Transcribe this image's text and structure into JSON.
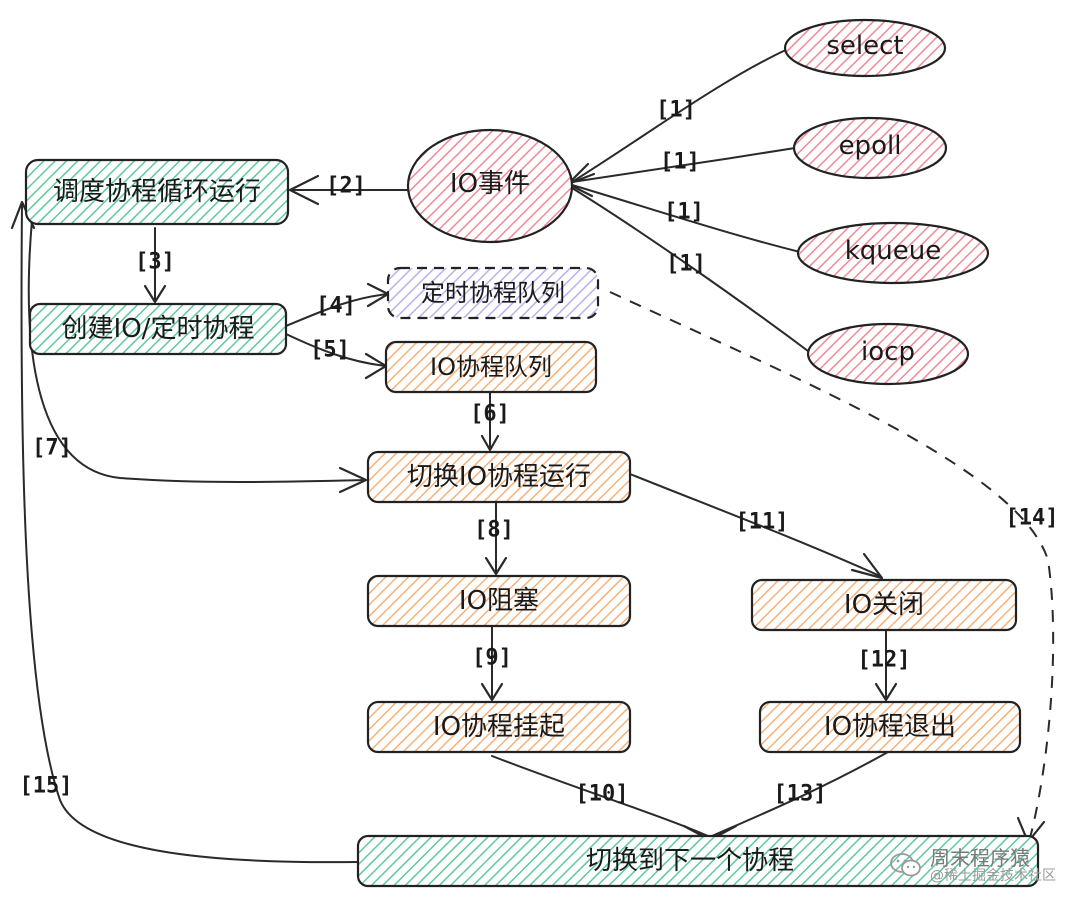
{
  "colors": {
    "green_fill": "#5fc9a0",
    "red_fill": "#f08a96",
    "orange_fill": "#f5b27a",
    "purple_fill": "#b9b0f0",
    "outline": "#222222"
  },
  "nodes": {
    "io_event": "IO事件",
    "select": "select",
    "epoll": "epoll",
    "kqueue": "kqueue",
    "iocp": "iocp",
    "scheduler_loop": "调度协程循环运行",
    "create_io_timer": "创建IO/定时协程",
    "timer_queue": "定时协程队列",
    "io_queue": "IO协程队列",
    "switch_io_run": "切换IO协程运行",
    "io_block": "IO阻塞",
    "io_close": "IO关闭",
    "io_suspend": "IO协程挂起",
    "io_exit": "IO协程退出",
    "switch_next": "切换到下一个协程"
  },
  "edge_labels": {
    "e1a": "[1]",
    "e1b": "[1]",
    "e1c": "[1]",
    "e1d": "[1]",
    "e2": "[2]",
    "e3": "[3]",
    "e4": "[4]",
    "e5": "[5]",
    "e6": "[6]",
    "e7": "[7]",
    "e8": "[8]",
    "e9": "[9]",
    "e10": "[10]",
    "e11": "[11]",
    "e12": "[12]",
    "e13": "[13]",
    "e14": "[14]",
    "e15": "[15]"
  },
  "watermark": {
    "title": "周末程序猿",
    "subtitle": "@稀土掘金技术社区"
  }
}
